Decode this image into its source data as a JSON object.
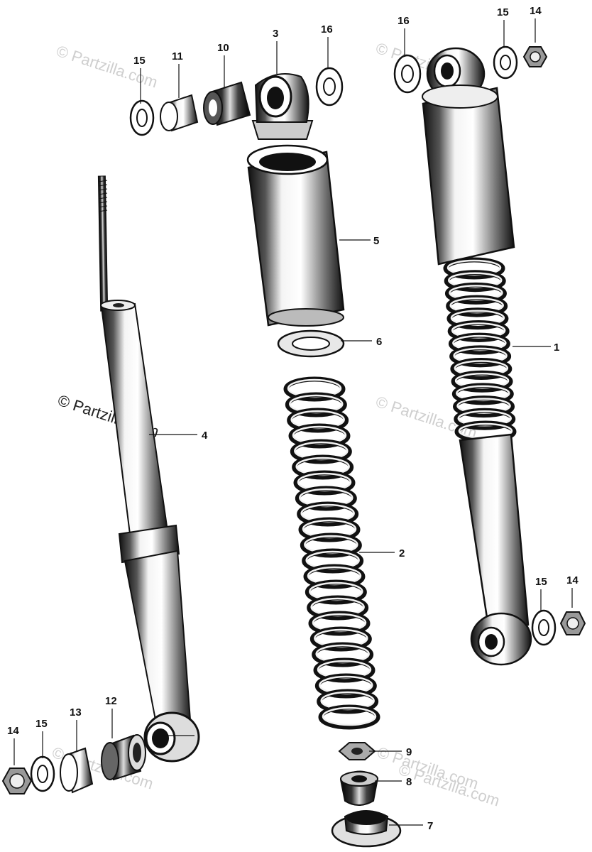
{
  "watermarks": [
    "© Partzilla.com",
    "© Partzilla.com",
    "© Partzilla.com",
    "© Partzilla.com",
    "© Partzilla.com",
    "© Partzilla.com",
    "© Partzilla.com"
  ],
  "callouts": {
    "c1": "1",
    "c2": "2",
    "c3": "3",
    "c4": "4",
    "c5": "5",
    "c6": "6",
    "c7": "7",
    "c8": "8",
    "c9": "9",
    "c10": "10",
    "c11": "11",
    "c12": "12",
    "c13": "13",
    "c14a": "14",
    "c14b": "14",
    "c14c": "14",
    "c15a": "15",
    "c15b": "15",
    "c15c": "15",
    "c15d": "15",
    "c16a": "16",
    "c16b": "16"
  }
}
